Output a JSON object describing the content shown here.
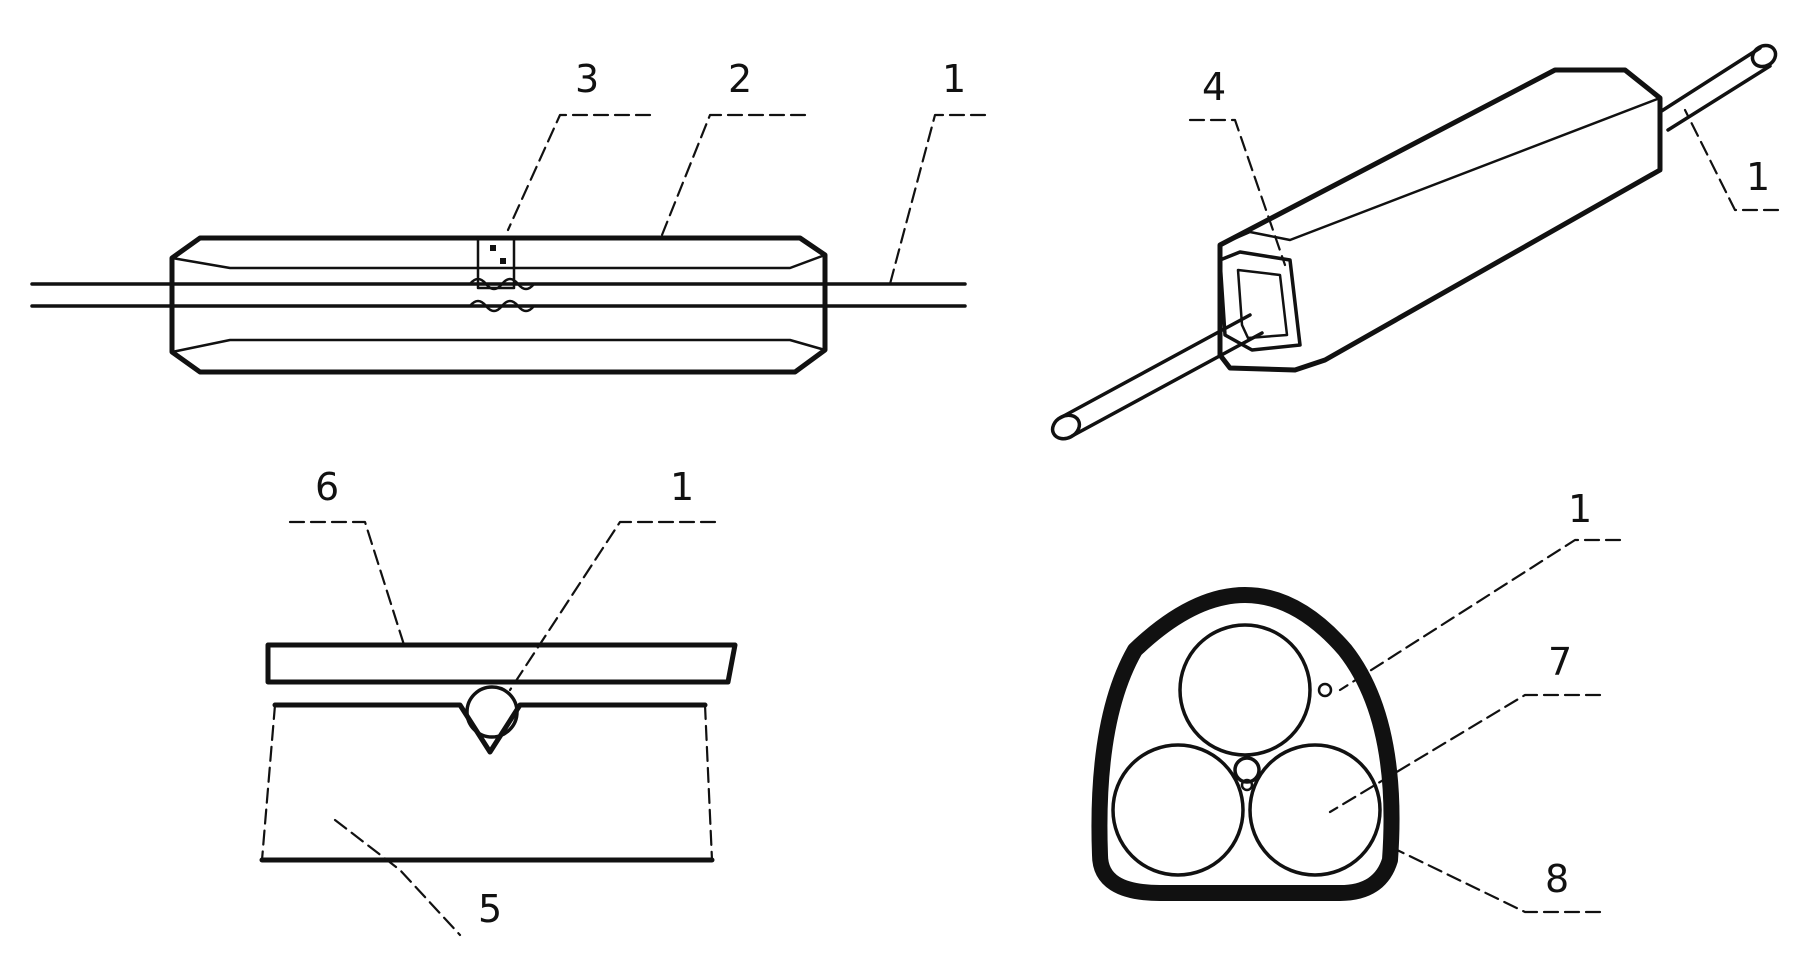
{
  "figure": {
    "fig1": {
      "labels": [
        "3",
        "2",
        "1"
      ]
    },
    "fig2": {
      "labels": [
        "4",
        "1"
      ]
    },
    "fig3": {
      "labels": [
        "6",
        "1",
        "5"
      ]
    },
    "fig4": {
      "labels": [
        "1",
        "7",
        "8"
      ]
    }
  }
}
